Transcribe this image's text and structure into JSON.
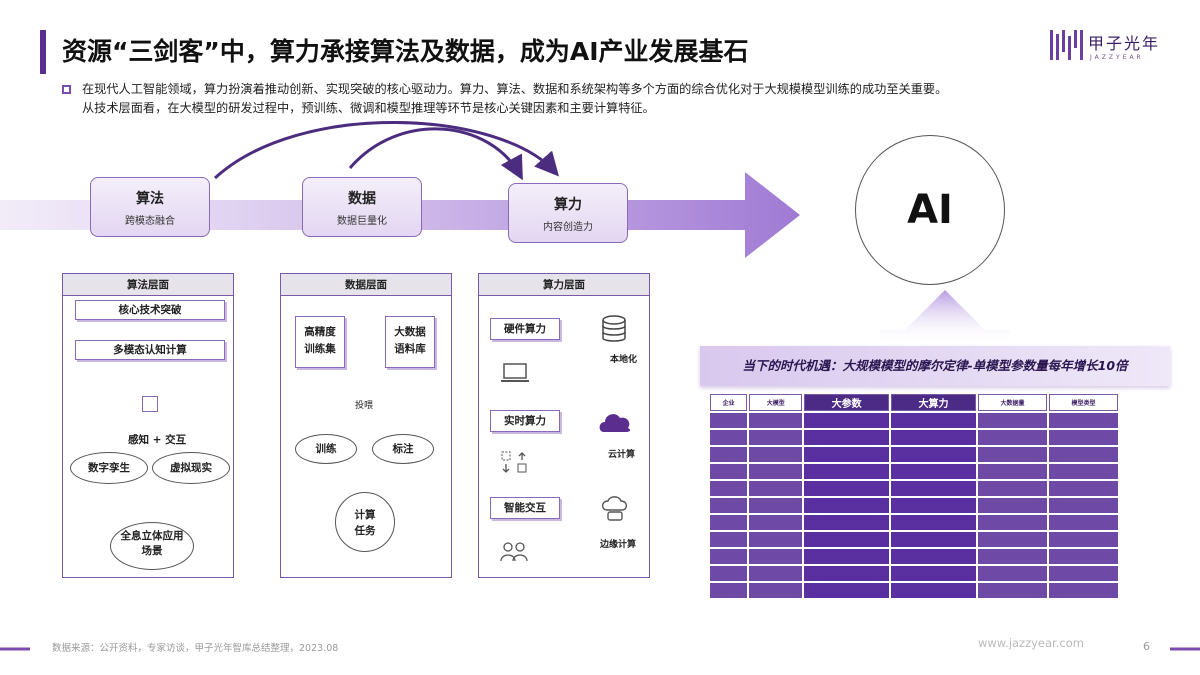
{
  "header": {
    "title": "资源“三剑客”中，算力承接算法及数据，成为AI产业发展基石",
    "logo_cn": "甲子光年",
    "logo_en": "JAZZYEAR"
  },
  "intro": {
    "line1": "在现代人工智能领域，算力扮演着推动创新、实现突破的核心驱动力。算力、算法、数据和系统架构等多个方面的综合优化对于大规模模型训练的成功至关重要。",
    "line2": "从技术层面看，在大模型的研发过程中，预训练、微调和模型推理等环节是核心关键因素和主要计算特征。"
  },
  "flow": {
    "steps": [
      {
        "title": "算法",
        "sub": "跨模态融合"
      },
      {
        "title": "数据",
        "sub": "数据巨量化"
      },
      {
        "title": "算力",
        "sub": "内容创造力"
      }
    ],
    "ai_label": "AI"
  },
  "panel_algo": {
    "head": "算法层面",
    "core": "核心技术突破",
    "multi": "多模态认知计算",
    "sense": "感知 + 交互",
    "twin": "数字孪生",
    "vr": "虚拟现实",
    "holo": "全息立体应用场景"
  },
  "panel_data": {
    "head": "数据层面",
    "train_set": "高精度训练集",
    "big_data": "大数据语料库",
    "feed": "投喂",
    "train": "训练",
    "label": "标注",
    "compute": "计算任务"
  },
  "panel_compute": {
    "head": "算力层面",
    "hw": "硬件算力",
    "local": "本地化",
    "realtime": "实时算力",
    "cloud": "云计算",
    "smart": "智能交互",
    "edge": "边缘计算"
  },
  "banner": "当下的时代机遇：大规模模型的摩尔定律-单模型参数量每年增长10倍",
  "table": {
    "headers": [
      "企业",
      "大模型",
      "大参数",
      "大算力",
      "大数据量",
      "模型类型"
    ]
  },
  "footer": {
    "source": "数据来源：公开资料，专家访谈，甲子光年智库总结整理，2023.08",
    "url": "www.jazzyear.com",
    "page": "6"
  },
  "colors": {
    "brand": "#5b2d8e",
    "accent": "#7a4cb0",
    "panel_border": "#7a5aa8",
    "table_cell": "#6e4aa6"
  }
}
